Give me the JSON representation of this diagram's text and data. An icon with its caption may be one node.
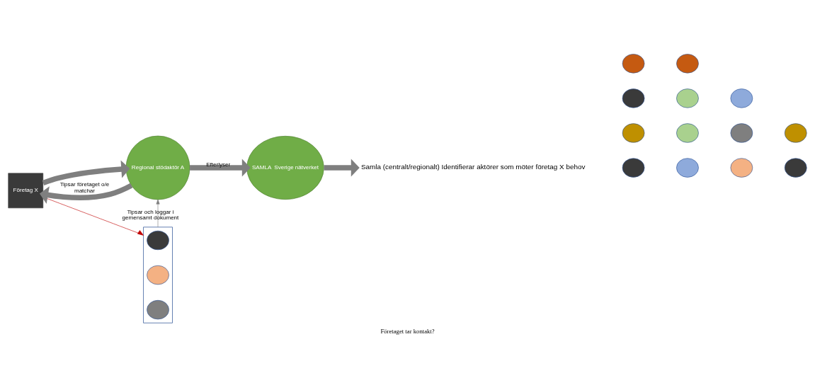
{
  "diagram": {
    "caption": "Företaget tar kontakt?",
    "nodes": [
      {
        "text": [
          "Företag X"
        ]
      },
      {
        "text": [
          "Regional stödaktör A"
        ]
      },
      {
        "text": [
          "SAMLA  Sverige nätverket"
        ]
      },
      {
        "text": [
          "Samla (centralt/regionalt) Identifierar aktörer som möter företag X behov"
        ]
      },
      {
        "text": [],
        "shape": "circle"
      },
      {
        "text": [],
        "shape": "circle"
      },
      {
        "text": [],
        "shape": "circle"
      },
      {
        "text": [],
        "shape": "circle"
      },
      {
        "text": [],
        "shape": "circle"
      },
      {
        "text": [],
        "shape": "circle"
      },
      {
        "text": [],
        "shape": "circle"
      },
      {
        "text": [],
        "shape": "circle"
      },
      {
        "text": [],
        "shape": "circle"
      },
      {
        "text": [],
        "shape": "circle"
      },
      {
        "text": [],
        "shape": "circle"
      },
      {
        "text": [],
        "shape": "circle"
      },
      {
        "text": [],
        "shape": "circle"
      },
      {
        "text": [],
        "shape": "box"
      },
      {
        "text": [],
        "shape": "circle",
        "in": 17
      },
      {
        "text": [],
        "shape": "circle",
        "in": 17
      },
      {
        "text": [],
        "shape": "circle",
        "in": 17
      }
    ],
    "edges": [
      {
        "from": 0,
        "to": 1,
        "arrow": "to"
      },
      {
        "from": 1,
        "to": 0,
        "arrow": "to",
        "label": "Tipsar företaget o/e matchar"
      },
      {
        "from": 1,
        "to": 2,
        "arrow": "to",
        "label": "Efterlyser"
      },
      {
        "from": 2,
        "to": 3,
        "arrow": "to"
      },
      {
        "from": 17,
        "to": 1,
        "arrow": "to",
        "label": "Tipsar och loggar i gemensamt dokument"
      },
      {
        "from": 0,
        "to": 17,
        "arrow": "to",
        "color": "#c00000"
      }
    ]
  }
}
